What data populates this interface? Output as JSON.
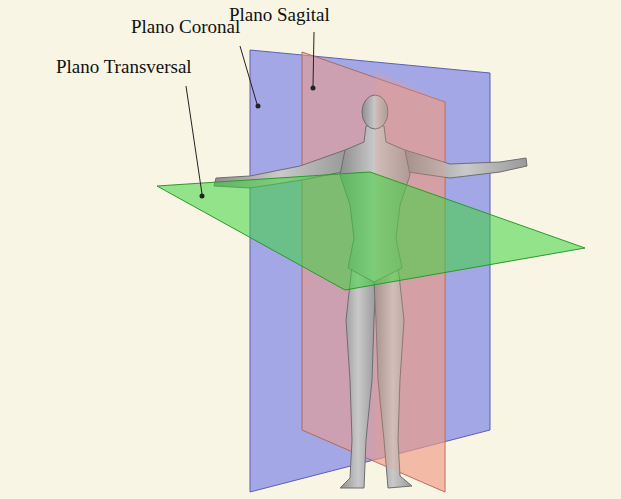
{
  "diagram": {
    "labels": [
      "Plano Sagital",
      "Plano Coronal",
      "Plano Transversal"
    ]
  }
}
